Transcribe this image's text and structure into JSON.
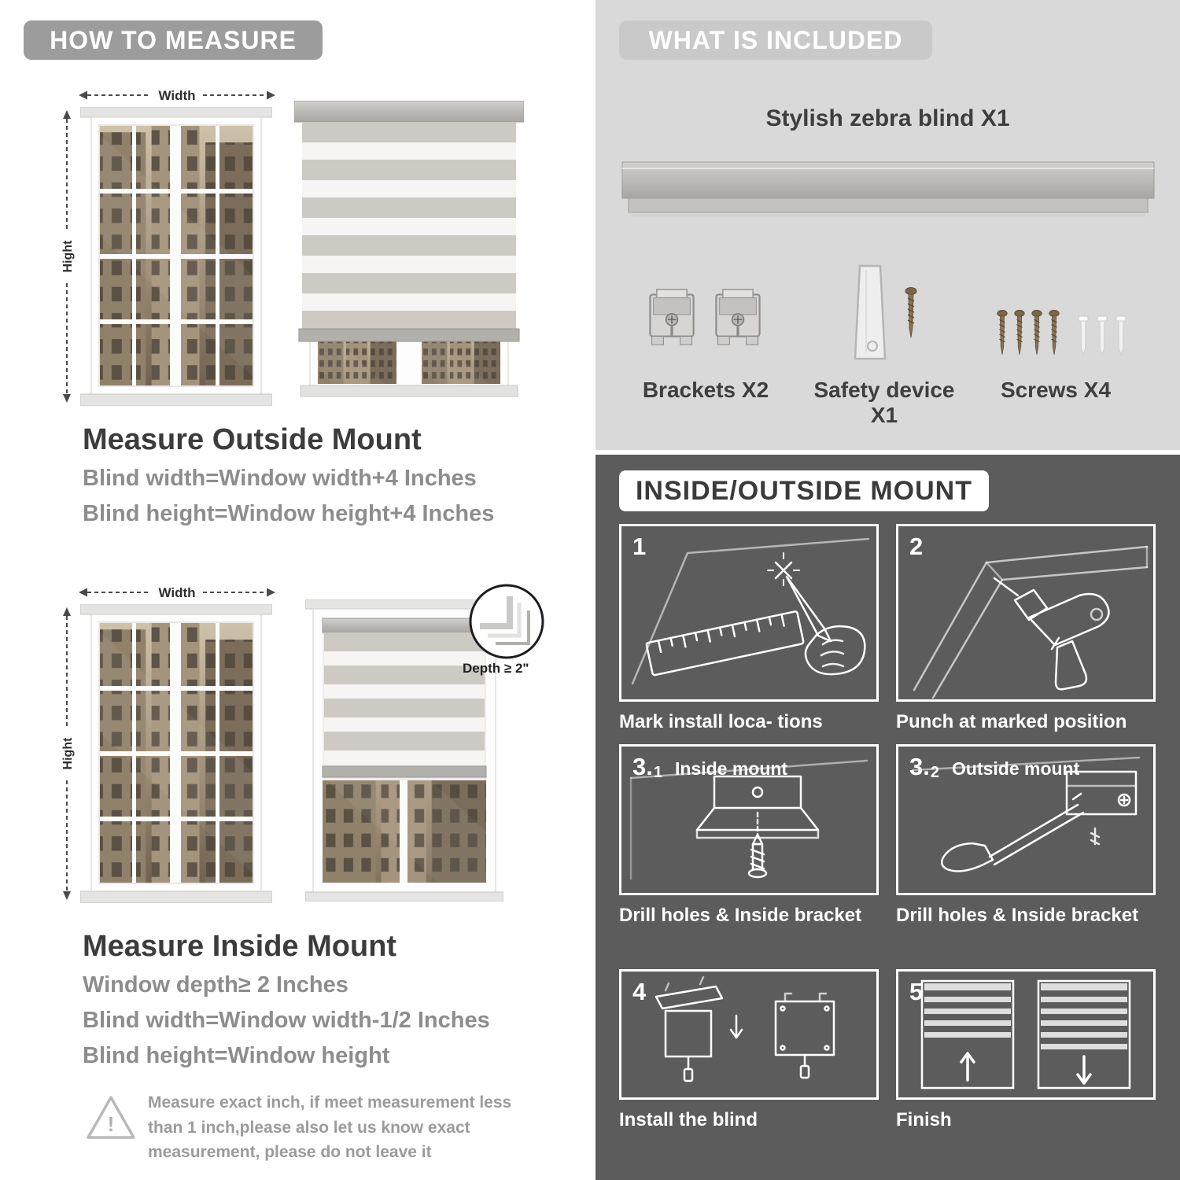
{
  "colors": {
    "measure_pill": "#9c9c9c",
    "included_bg": "#d9d9d9",
    "included_pill": "#c9c9c9",
    "mount_bg": "#5c5c5c",
    "heading_text": "#3c3c3c",
    "rule_text": "#8d8d8d"
  },
  "how_to_measure": {
    "header": "HOW TO MEASURE",
    "width_label": "Width",
    "height_label": "Hight",
    "outside": {
      "title": "Measure Outside Mount",
      "rule1": "Blind width=Window width+4 Inches",
      "rule2": "Blind height=Window height+4 Inches"
    },
    "inside": {
      "title": "Measure Inside Mount",
      "depth_callout": "Depth ≥ 2\"",
      "rule1": "Window depth≥ 2 Inches",
      "rule2": "Blind width=Window width-1/2 Inches",
      "rule3": "Blind height=Window height"
    },
    "warning": {
      "mark": "!",
      "lines": [
        "Measure exact inch, if meet measurement less",
        "than 1 inch,please also let us know exact",
        "measurement, please do not leave it"
      ]
    }
  },
  "included": {
    "header": "WHAT IS INCLUDED",
    "product_label": "Stylish zebra blind X1",
    "items": [
      {
        "label": "Brackets X2"
      },
      {
        "label": "Safety device X1"
      },
      {
        "label": "Screws X4"
      }
    ]
  },
  "mount": {
    "header": "INSIDE/OUTSIDE MOUNT",
    "steps": [
      {
        "num": "1",
        "sub": "",
        "label": "",
        "caption": "Mark install loca- tions"
      },
      {
        "num": "2",
        "sub": "",
        "label": "",
        "caption": "Punch at  marked position"
      },
      {
        "num": "3.",
        "sub": "1",
        "label": "Inside mount",
        "caption": "Drill holes &  Inside bracket"
      },
      {
        "num": "3.",
        "sub": "2",
        "label": "Outside mount",
        "caption": "Drill holes &  Inside bracket"
      },
      {
        "num": "4",
        "sub": "",
        "label": "",
        "caption": "Install the blind"
      },
      {
        "num": "5",
        "sub": "",
        "label": "",
        "caption": "Finish"
      }
    ]
  }
}
